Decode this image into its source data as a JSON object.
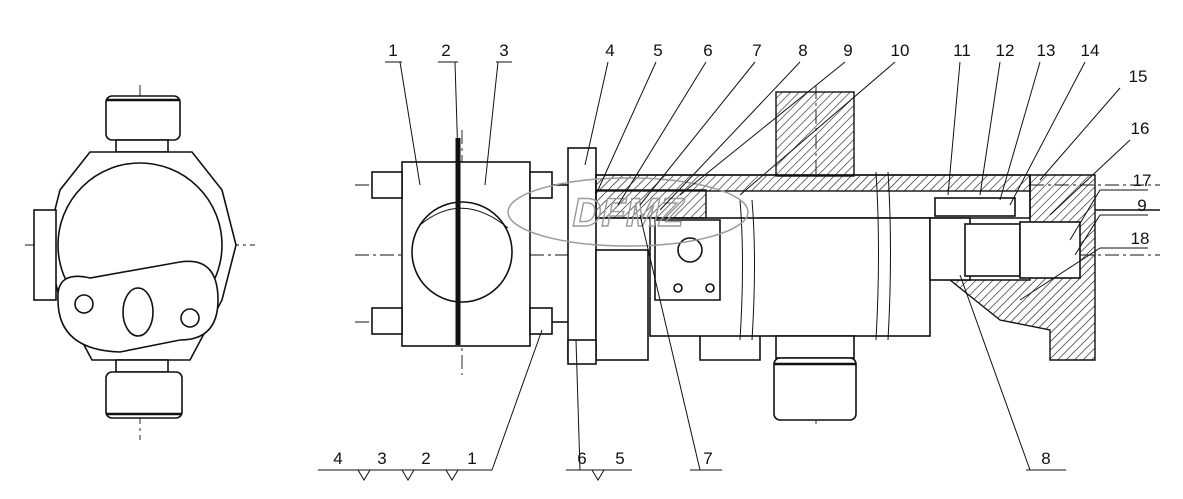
{
  "colors": {
    "line": "#111111",
    "background": "#ffffff",
    "watermark": "#9a9a9a"
  },
  "watermark_text": "DFMZ",
  "top_labels": [
    "1",
    "2",
    "3",
    "4",
    "5",
    "6",
    "7",
    "8",
    "9",
    "10",
    "11",
    "12",
    "13",
    "14",
    "15",
    "16",
    "17",
    "9",
    "18"
  ],
  "bottom_left_labels": [
    "4",
    "3",
    "2",
    "1"
  ],
  "bottom_mid_labels": [
    "6",
    "5"
  ],
  "bottom_label_7": "7",
  "bottom_label_8": "8"
}
